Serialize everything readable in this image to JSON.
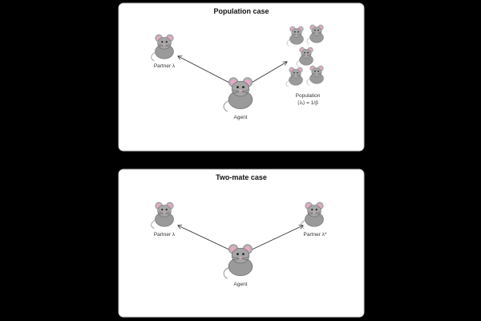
{
  "panels": [
    {
      "title": "Population case",
      "agent_label": "Agent",
      "left_label": "Partner λ",
      "right_label_line1": "Population",
      "right_label_line2": "⟨λᵢ⟩ = 1/β"
    },
    {
      "title": "Two-mate case",
      "agent_label": "Agent",
      "left_label": "Partner λ",
      "right_label": "Partner λ*"
    }
  ],
  "colors": {
    "background": "#000000",
    "panel": "#ffffff",
    "mouse_fur": "#9a9a9a",
    "mouse_ear_inner": "#e7a9c6",
    "arrow": "#333333"
  },
  "icons": [
    "mouse-icon",
    "arrow-icon"
  ]
}
